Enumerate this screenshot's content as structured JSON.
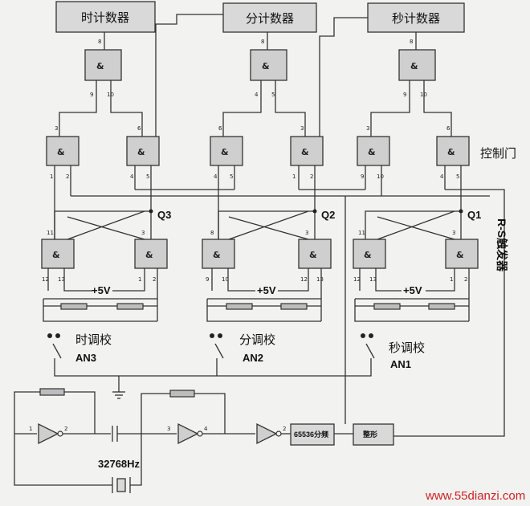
{
  "counters": {
    "hour": "时计数器",
    "minute": "分计数器",
    "second": "秒计数器"
  },
  "gate_symbol": "&",
  "labels": {
    "control_gate": "控制门",
    "rs_flipflop": "R-S触发器",
    "q3": "Q3",
    "q2": "Q2",
    "q1": "Q1",
    "supply": "+5V",
    "hour_adjust": "时调校",
    "minute_adjust": "分调校",
    "second_adjust": "秒调校",
    "an3": "AN3",
    "an2": "AN2",
    "an1": "AN1",
    "crystal_freq": "32768Hz",
    "divider": "65536分频",
    "shaping": "整形"
  },
  "pins": {
    "p1": "1",
    "p2": "2",
    "p3": "3",
    "p4": "4",
    "p5": "5",
    "p6": "6",
    "p8": "8",
    "p9": "9",
    "p10": "10",
    "p11": "11",
    "p12": "12",
    "p13": "13"
  },
  "watermark": "www.55dianzi.com"
}
